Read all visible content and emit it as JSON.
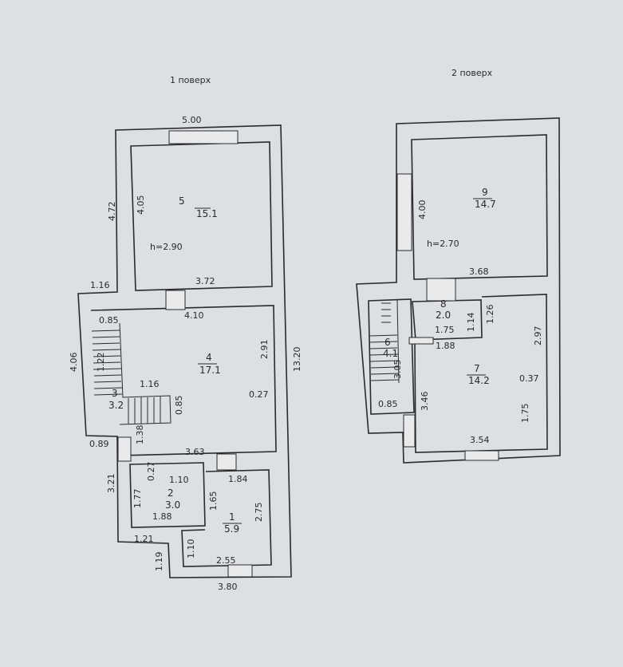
{
  "floors": [
    {
      "title": "1 поверх",
      "height_label": "h=2.90",
      "rooms": [
        {
          "number": "5",
          "area": "15.1"
        },
        {
          "number": "4",
          "area": "17.1"
        },
        {
          "number": "3",
          "area": "3.2"
        },
        {
          "number": "2",
          "area": "3.0"
        },
        {
          "number": "1",
          "area": "5.9"
        }
      ],
      "dimensions": [
        "5.00",
        "4.72",
        "4.05",
        "3.72",
        "1.16",
        "4.10",
        "0.85",
        "4.06",
        "1.22",
        "1.16",
        "0.85",
        "2.91",
        "0.27",
        "13.20",
        "0.89",
        "1.38",
        "3.63",
        "1.84",
        "3.21",
        "1.10",
        "0.27",
        "1.77",
        "1.65",
        "2.75",
        "1.88",
        "1.21",
        "1.10",
        "1.19",
        "2.55",
        "3.80"
      ]
    },
    {
      "title": "2 поверх",
      "height_label": "h=2.70",
      "rooms": [
        {
          "number": "9",
          "area": "14.7"
        },
        {
          "number": "8",
          "area": "2.0"
        },
        {
          "number": "6",
          "area": "4.1"
        },
        {
          "number": "7",
          "area": "14.2"
        }
      ],
      "dimensions": [
        "4.00",
        "3.68",
        "1.14",
        "1.26",
        "1.75",
        "1.88",
        "2.97",
        "3.05",
        "0.37",
        "3.46",
        "1.75",
        "0.85",
        "3.54"
      ]
    }
  ]
}
